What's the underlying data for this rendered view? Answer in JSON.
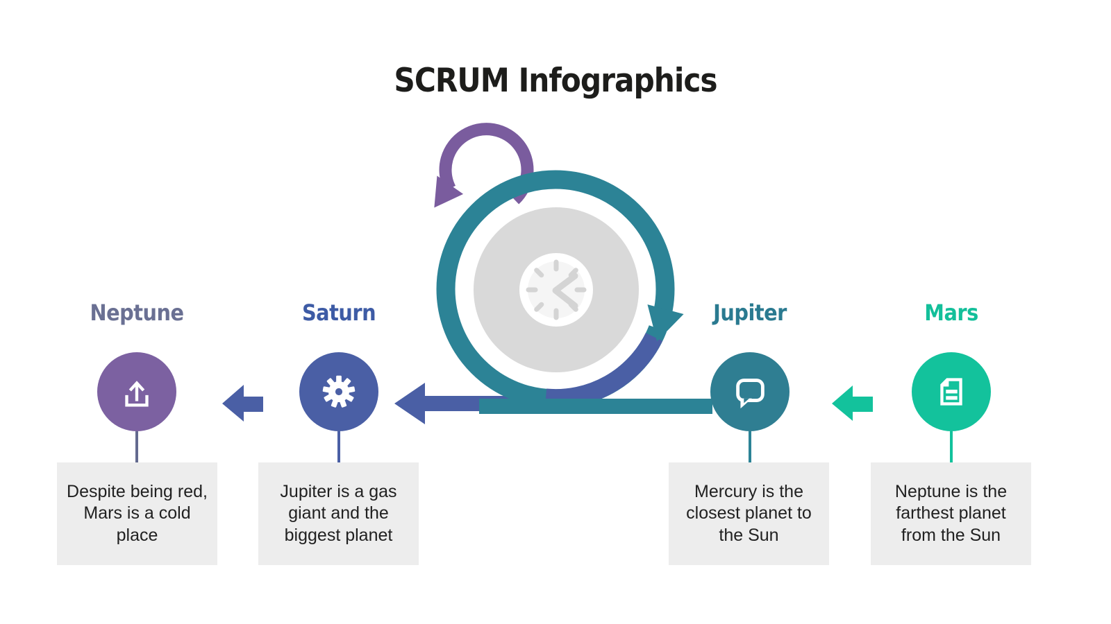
{
  "title": "SCRUM Infographics",
  "center_graphic": {
    "description": "sprint loop with clock",
    "teal_loop_color": "#2C8396",
    "indigo_arc_color": "#4A5FA5",
    "purple_loop_color": "#7A5C9E",
    "disc_color": "#D9D9D9",
    "clock_glyph_color": "#D4D4D4"
  },
  "box_bg": "#EDEDED",
  "box_text_color": "#212121",
  "nodes": [
    {
      "label": "Neptune",
      "label_color": "#6A7093",
      "circle_color": "#7C61A1",
      "icon": "upload-icon",
      "description": "Despite being red, Mars is a cold place"
    },
    {
      "label": "Saturn",
      "label_color": "#3D5BA5",
      "circle_color": "#4A5FA5",
      "icon": "gear-icon",
      "description": "Jupiter is a gas giant and the biggest planet"
    },
    {
      "label": "Jupiter",
      "label_color": "#2A7A90",
      "circle_color": "#2F7E92",
      "icon": "speech-bubble-icon",
      "description": "Mercury is the closest planet to the Sun"
    },
    {
      "label": "Mars",
      "label_color": "#13BF9A",
      "circle_color": "#13C29C",
      "icon": "document-icon",
      "description": "Neptune is the farthest planet from the Sun"
    }
  ],
  "arrows": {
    "long_left_arrow_color": "#4A5FA5",
    "teal_bar_color": "#2C8396",
    "neptune_saturn_arrow_color": "#4A5FA5",
    "jupiter_mars_arrow_color": "#13C29C"
  }
}
